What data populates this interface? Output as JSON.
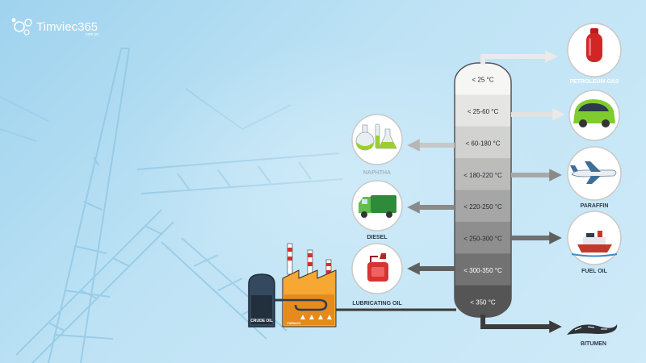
{
  "logo": {
    "name": "Timviec365",
    "domain": "com.vn"
  },
  "column": {
    "levels": [
      {
        "temp": "< 25 °C",
        "color": "#f6f6f4"
      },
      {
        "temp": "< 25-60 °C",
        "color": "#e5e5e3"
      },
      {
        "temp": "< 60-180 °C",
        "color": "#d2d2d0"
      },
      {
        "temp": "< 180-220 °C",
        "color": "#bcbcbb"
      },
      {
        "temp": "< 220-250 °C",
        "color": "#a6a6a6"
      },
      {
        "temp": "< 250-300 °C",
        "color": "#8e8e8e"
      },
      {
        "temp": "< 300-350 °C",
        "color": "#727272"
      },
      {
        "temp": "< 350 °C",
        "color": "#555555"
      }
    ]
  },
  "products": {
    "petroleum_gas": "PETROLEUM GAS",
    "naphtha": "NAPHTHA",
    "diesel": "DIESEL",
    "paraffin": "PARAFFIN",
    "fuel_oil": "FUEL OIL",
    "lubricating_oil": "LUBRICATING OIL",
    "bitumen": "BITUMEN"
  },
  "plant": {
    "crude_oil": "CRUDE OIL",
    "furnace": "FURNACE"
  }
}
